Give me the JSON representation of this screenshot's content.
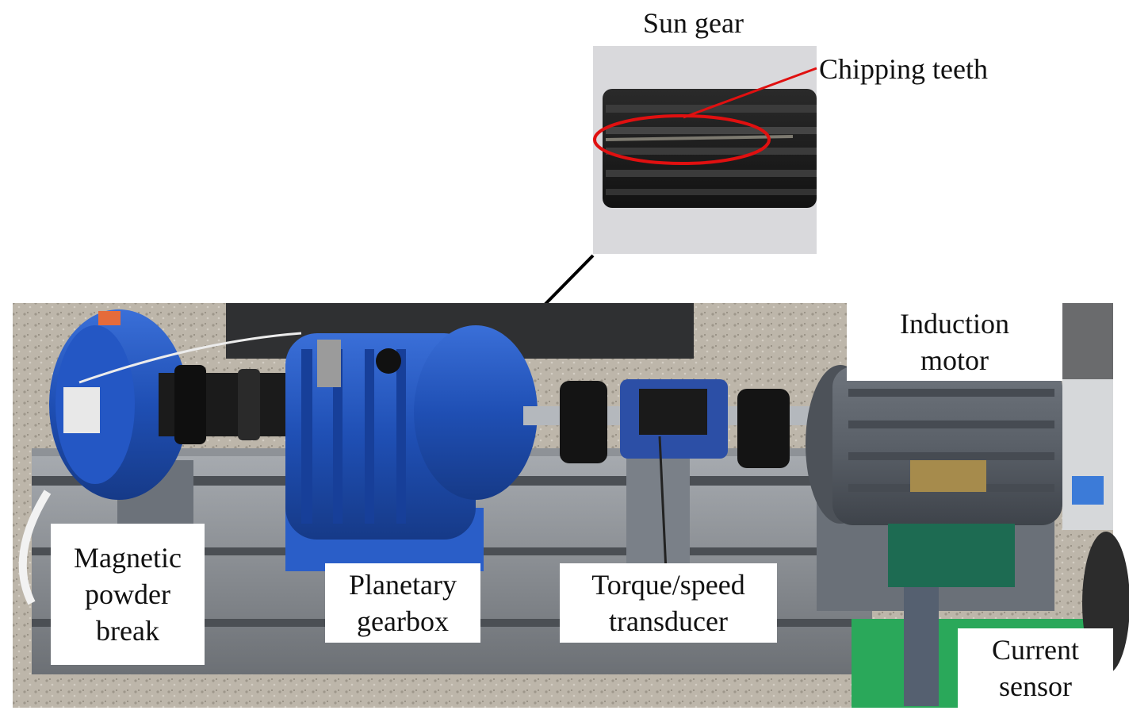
{
  "figure": {
    "labels": {
      "sun_gear": "Sun gear",
      "chipping_teeth": "Chipping teeth",
      "induction_motor": [
        "Induction",
        "motor"
      ],
      "magnetic_powder_break": [
        "Magnetic",
        "powder",
        "break"
      ],
      "planetary_gearbox": [
        "Planetary",
        "gearbox"
      ],
      "torque_speed_transducer": [
        "Torque/speed",
        "transducer"
      ],
      "current_sensor": [
        "Current",
        "sensor"
      ]
    },
    "colors": {
      "highlight": "#e01010",
      "arrow": "#000000",
      "gearbox_blue": "#1f4fb4",
      "motor_gray": "#5a6068",
      "floor": "#b9b2a6"
    }
  }
}
